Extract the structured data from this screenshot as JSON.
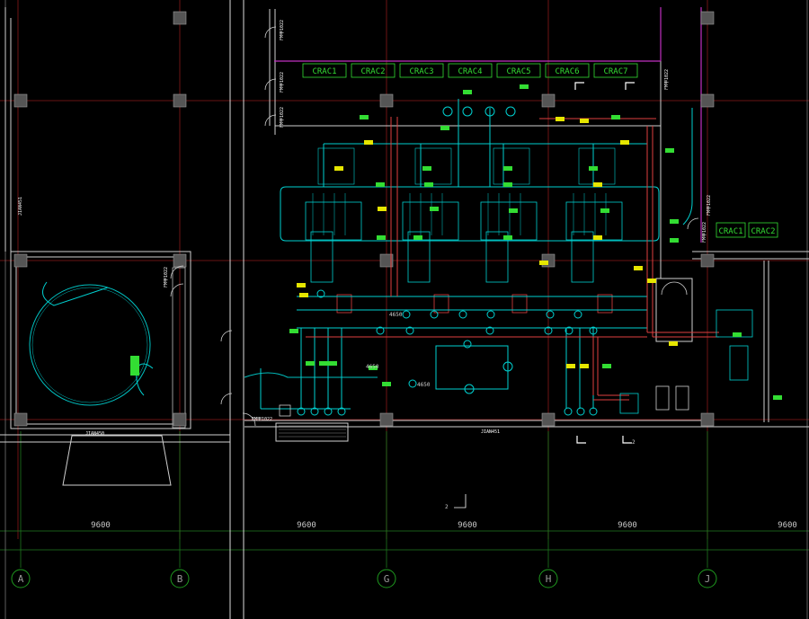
{
  "drawing": {
    "axes": [
      "A",
      "B",
      "G",
      "H",
      "J"
    ],
    "bay_dimensions": [
      "9600",
      "9600",
      "9600",
      "9600",
      "9600"
    ],
    "crac_top": [
      "CRAC1",
      "CRAC2",
      "CRAC3",
      "CRAC4",
      "CRAC5",
      "CRAC6",
      "CRAC7"
    ],
    "crac_right": [
      "CRAC1",
      "CRAC2"
    ],
    "wall_labels": [
      "JIAN450",
      "JIAN451",
      "JIAN451"
    ],
    "section_marks": [
      "2",
      "2"
    ],
    "door_tags": [
      "FM甲1022",
      "FM甲1022",
      "FM甲1022",
      "FM甲1022",
      "FM甲1022",
      "FM甲1022",
      "FM甲1022",
      "FM甲1022"
    ],
    "pipe_tags": [
      "4650",
      "4650",
      "4650"
    ],
    "colors": {
      "background": "#000000",
      "grid_red": "#8a1a1a",
      "grid_green": "#1f7a1f",
      "wall": "#cfcfcf",
      "pipe_cyan": "#00d0d0",
      "pipe_red": "#e04040",
      "equipment_green": "#33dd33",
      "partition_magenta": "#c030c0",
      "label_yellow": "#e6e600"
    }
  }
}
